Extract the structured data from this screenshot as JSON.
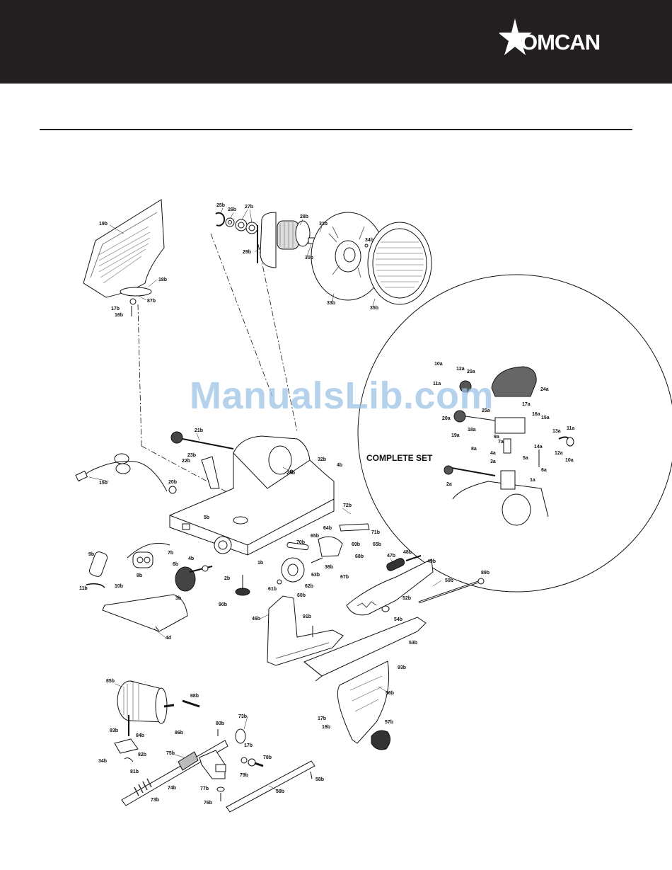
{
  "brand": {
    "logo_text": "OMCAN"
  },
  "watermark": "ManualsLib.com",
  "inset": {
    "title": "COMPLETE SET"
  },
  "colors": {
    "header_bg": "#231f20",
    "watermark": "#9cc3e6",
    "line": "#111111"
  },
  "callouts": [
    "25b",
    "26b",
    "27b",
    "28b",
    "31b",
    "29b",
    "30b",
    "34b",
    "33b",
    "35b",
    "19b",
    "18b",
    "87b",
    "17b",
    "16b",
    "10a",
    "12a",
    "20a",
    "24a",
    "11a",
    "25a",
    "17a",
    "16a",
    "15a",
    "19a",
    "18a",
    "9a",
    "7a",
    "14a",
    "13a",
    "11a",
    "12a",
    "10a",
    "8a",
    "4a",
    "5a",
    "3a",
    "6a",
    "2a",
    "1a",
    "21b",
    "23b",
    "22b",
    "24b",
    "32b",
    "4b",
    "20b",
    "15b",
    "72b",
    "64b",
    "71b",
    "65b",
    "70b",
    "65b",
    "69b",
    "68b",
    "36b",
    "63b",
    "67b",
    "62b",
    "61b",
    "60b",
    "47b",
    "48b",
    "49b",
    "89b",
    "50b",
    "52b",
    "54b",
    "53b",
    "93b",
    "5b",
    "7b",
    "6b",
    "4b",
    "9b",
    "8b",
    "2b",
    "1b",
    "3b",
    "90b",
    "11b",
    "10b",
    "4d",
    "46b",
    "91b",
    "56b",
    "17b",
    "16b",
    "57b",
    "85b",
    "88b",
    "83b",
    "84b",
    "86b",
    "82b",
    "34b",
    "81b",
    "80b",
    "73b",
    "75b",
    "17b",
    "79b",
    "78b",
    "77b",
    "76b",
    "74b",
    "73b",
    "59b",
    "58b",
    "20a"
  ]
}
